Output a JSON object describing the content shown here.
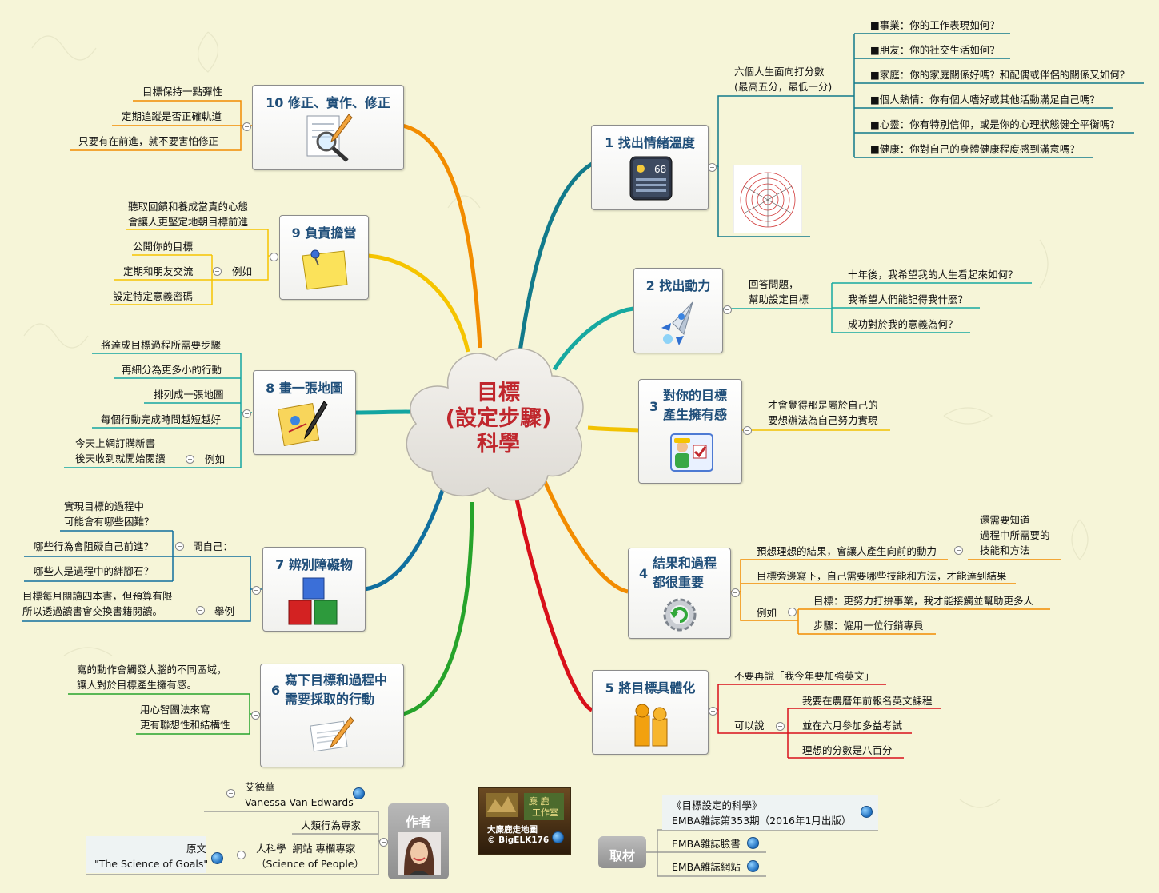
{
  "central": {
    "title": "目標\n(設定步驟)\n科學"
  },
  "branches": {
    "b1": {
      "num": "1",
      "title": "找出情緒溫度",
      "icon_value": "68",
      "sub_label": "六個人生面向打分數\n(最高五分，最低一分)",
      "items": [
        "■事業：你的工作表現如何？",
        "■朋友：你的社交生活如何？",
        "■家庭：你的家庭關係好嗎？和配偶或伴侶的關係又如何？",
        "■個人熱情：你有個人嗜好或其他活動滿足自己嗎？",
        "■心靈：你有特別信仰，或是你的心理狀態健全平衡嗎？",
        "■健康：你對自己的身體健康程度感到滿意嗎？"
      ]
    },
    "b2": {
      "num": "2",
      "title": "找出動力",
      "sub_label": "回答問題，\n幫助設定目標",
      "items": [
        "十年後，我希望我的人生看起來如何？",
        "我希望人們能記得我什麼？",
        "成功對於我的意義為何？"
      ]
    },
    "b3": {
      "num": "3",
      "title": "對你的目標\n產生擁有感",
      "note": "才會覺得那是屬於自己的\n要想辦法為自己努力實現"
    },
    "b4": {
      "num": "4",
      "title": "結果和過程\n都很重要",
      "item1": "預想理想的結果，會讓人產生向前的動力",
      "item1_note": "還需要知道\n過程中所需要的\n技能和方法",
      "item2": "目標旁邊寫下，自己需要哪些技能和方法，才能達到結果",
      "example_label": "例如",
      "ex1": "目標：更努力打拚事業，我才能接觸並幫助更多人",
      "ex2": "步驟：僱用一位行銷專員"
    },
    "b5": {
      "num": "5",
      "title": "將目標具體化",
      "item1": "不要再說「我今年要加強英文」",
      "can_say": "可以說",
      "items": [
        "我要在農曆年前報名英文課程",
        "並在六月參加多益考試",
        "理想的分數是八百分"
      ]
    },
    "b6": {
      "num": "6",
      "title": "寫下目標和過程中\n需要採取的行動",
      "item1": "寫的動作會觸發大腦的不同區域，\n讓人對於目標產生擁有感。",
      "item2": "用心智圖法來寫\n更有聯想性和結構性"
    },
    "b7": {
      "num": "7",
      "title": "辨別障礙物",
      "ask_label": "問自己：",
      "asks": [
        "實現目標的過程中\n可能會有哪些困難？",
        "哪些行為會阻礙自己前進？",
        "哪些人是過程中的絆腳石？"
      ],
      "example_label": "舉例",
      "example": "目標每月閱讀四本書，但預算有限\n所以透過讀書會交換書籍閱讀。"
    },
    "b8": {
      "num": "8",
      "title": "畫一張地圖",
      "items": [
        "將達成目標過程所需要步驟",
        "再細分為更多小的行動",
        "排列成一張地圖",
        "每個行動完成時間越短越好"
      ],
      "example_label": "例如",
      "example": "今天上網訂購新書\n後天收到就開始閱讀"
    },
    "b9": {
      "num": "9",
      "title": "負責擔當",
      "item1": "聽取回饋和養成當責的心態\n會讓人更堅定地朝目標前進",
      "example_label": "例如",
      "examples": [
        "公開你的目標",
        "定期和朋友交流",
        "設定特定意義密碼"
      ]
    },
    "b10": {
      "num": "10",
      "title": "修正、實作、修正",
      "items": [
        "目標保持一點彈性",
        "定期追蹤是否正確軌道",
        "只要有在前進，就不要害怕修正"
      ]
    }
  },
  "author": {
    "label": "作者",
    "name": "艾德華\nVanessa Van Edwards",
    "role": "人類行為專家",
    "org": "人科學  網站 專欄專家\n（Science of People）",
    "original": "原文\n\"The Science of Goals\""
  },
  "source": {
    "label": "取材",
    "items": [
      "《目標設定的科學》\nEMBA雜誌第353期（2016年1月出版）",
      "EMBA雜誌臉書",
      "EMBA雜誌網站"
    ]
  },
  "logo": {
    "tagline": "大麋鹿走地圖\n© BigELK176"
  },
  "colors": {
    "b1": "#117a8b",
    "b2": "#17a9a0",
    "b3": "#f2c200",
    "b4": "#f28c00",
    "b5": "#d8101a",
    "b6": "#26a32a",
    "b7": "#106f9e",
    "b8": "#13a5a1",
    "b9": "#f5c400",
    "b10": "#f28c00",
    "title": "#c0272d",
    "node_text": "#1f4e79"
  }
}
